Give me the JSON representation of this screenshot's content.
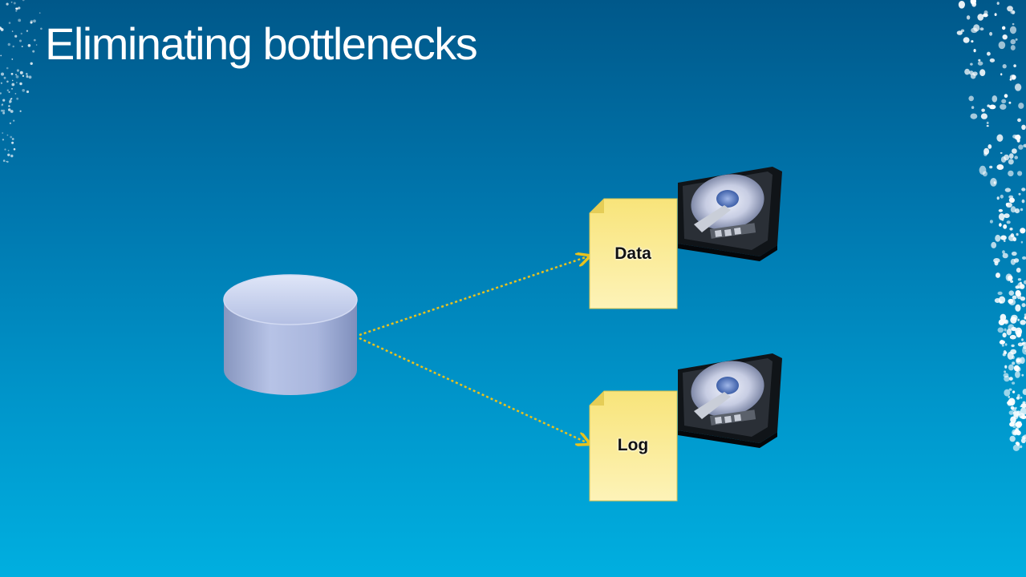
{
  "slide": {
    "title": "Eliminating bottlenecks"
  },
  "diagram": {
    "source": {
      "icon": "database-cylinder-icon"
    },
    "targets": [
      {
        "label": "Data",
        "icon": "file-icon",
        "storage_icon": "hard-drive-icon"
      },
      {
        "label": "Log",
        "icon": "file-icon",
        "storage_icon": "hard-drive-icon"
      }
    ],
    "connector_color": "#e8c21e",
    "file_color": "#fbe98a"
  }
}
